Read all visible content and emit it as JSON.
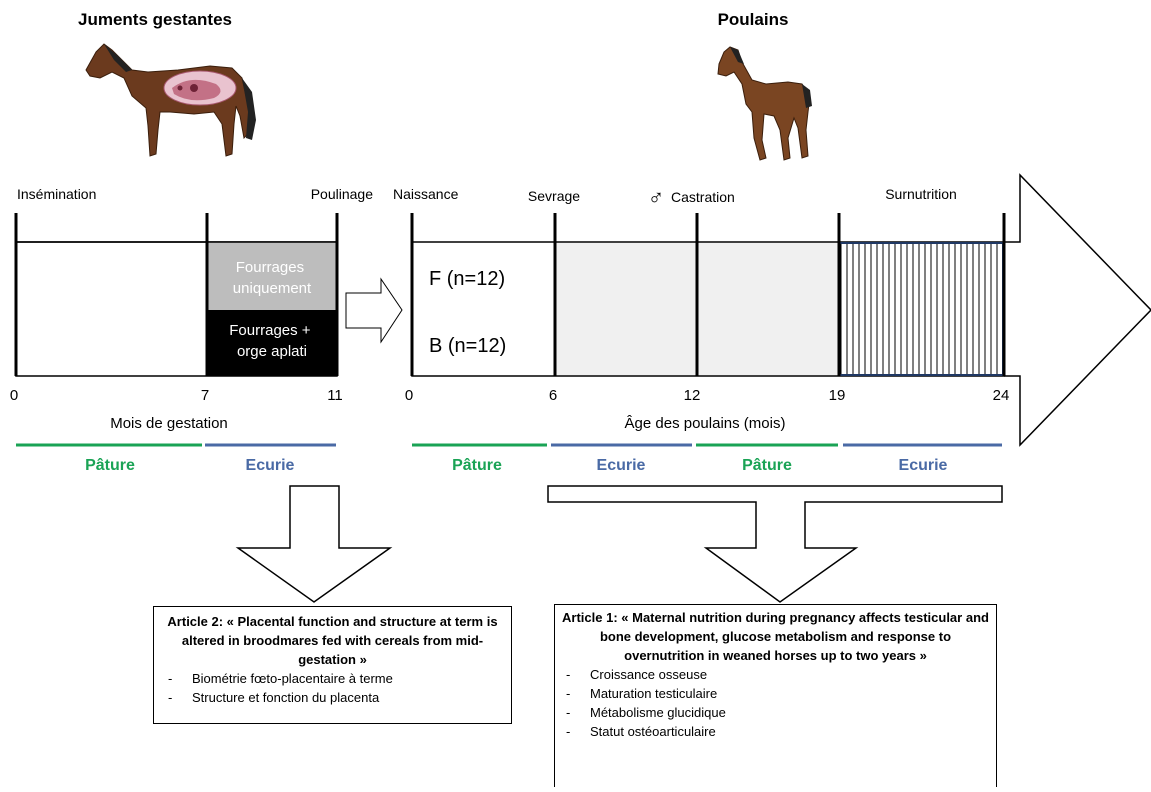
{
  "sections": {
    "mares_title": "Juments gestantes",
    "foals_title": "Poulains"
  },
  "gestation": {
    "events": [
      "Insémination",
      "Poulinage"
    ],
    "ticks": [
      "0",
      "7",
      "11"
    ],
    "axis_label": "Mois de gestation",
    "groups": {
      "forage_line1": "Fourrages",
      "forage_line2": "uniquement",
      "barley_line1": "Fourrages +",
      "barley_line2": "orge aplati"
    },
    "housing": [
      "Pâture",
      "Ecurie"
    ]
  },
  "foals": {
    "events": [
      "Naissance",
      "Sevrage",
      "Castration",
      "Surnutrition"
    ],
    "male_symbol": "♂",
    "groups": [
      "F (n=12)",
      "B (n=12)"
    ],
    "ticks": [
      "0",
      "6",
      "12",
      "19",
      "24"
    ],
    "axis_label": "Âge des poulains (mois)",
    "housing": [
      "Pâture",
      "Ecurie",
      "Pâture",
      "Ecurie"
    ]
  },
  "colors": {
    "pasture": "#1aa355",
    "stable": "#4a6aa5",
    "forage_fill": "#bdbdbd",
    "barley_fill": "#000000",
    "shaded_fill": "#f0f0f0",
    "hatch_border": "#1f3864"
  },
  "article2": {
    "title": "Article 2: « Placental function and structure at term is altered in broodmares fed with cereals from mid-gestation »",
    "items": [
      "Biométrie fœto-placentaire à terme",
      "Structure et fonction du placenta"
    ]
  },
  "article1": {
    "title": "Article 1: « Maternal nutrition during pregnancy affects testicular and bone development, glucose metabolism and response to overnutrition in weaned horses up to two years »",
    "items": [
      "Croissance osseuse",
      "Maturation testiculaire",
      "Métabolisme glucidique",
      "Statut ostéoarticulaire"
    ]
  },
  "icons": [
    "mare-illustration",
    "foal-illustration",
    "male-symbol-icon",
    "right-arrow-icon",
    "down-arrow-icon",
    "big-right-arrow"
  ]
}
